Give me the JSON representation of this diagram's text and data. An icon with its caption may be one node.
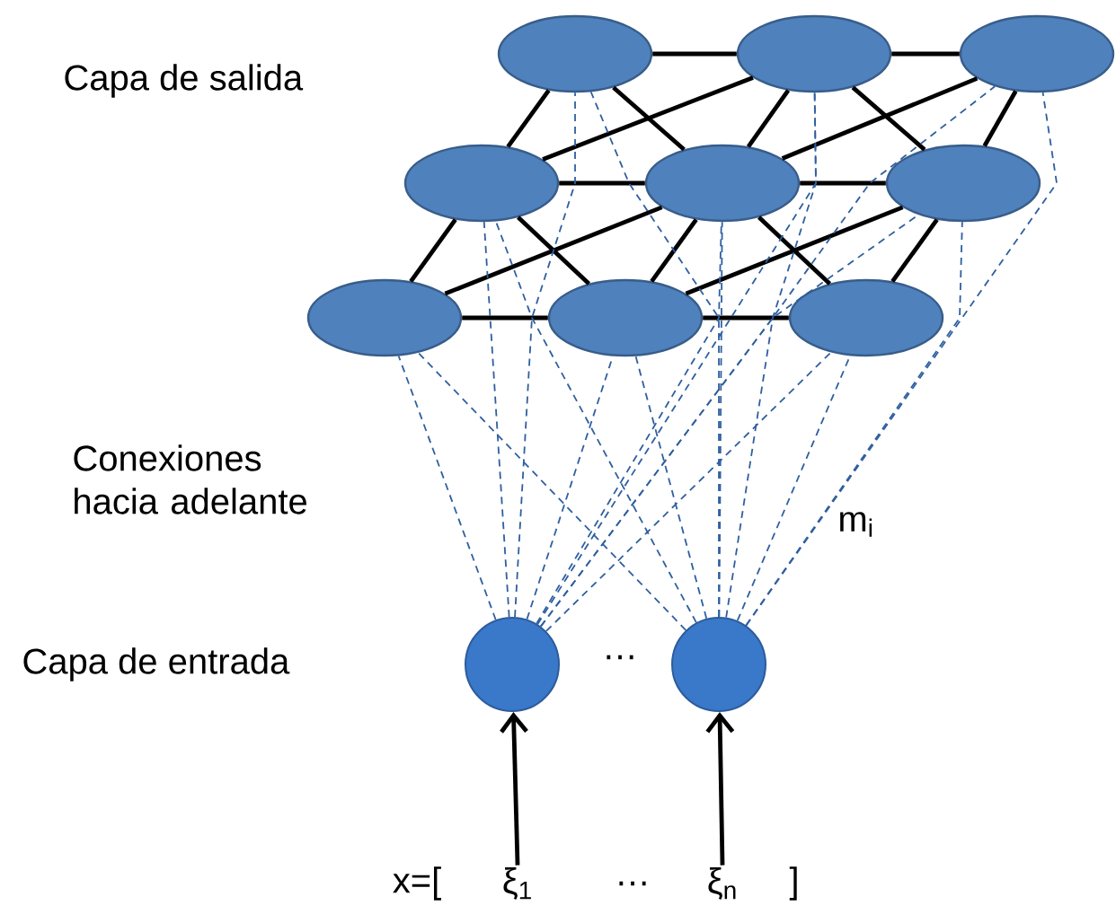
{
  "diagram": {
    "nodes": [
      {
        "text": [],
        "shape": "ellipse"
      },
      {
        "text": [],
        "shape": "ellipse"
      },
      {
        "text": [],
        "shape": "ellipse"
      },
      {
        "text": [],
        "shape": "ellipse"
      },
      {
        "text": [],
        "shape": "ellipse"
      },
      {
        "text": [],
        "shape": "ellipse"
      },
      {
        "text": [],
        "shape": "ellipse"
      },
      {
        "text": [],
        "shape": "ellipse"
      },
      {
        "text": [],
        "shape": "ellipse"
      },
      {
        "text": [],
        "shape": "circle"
      },
      {
        "text": [],
        "shape": "circle"
      },
      {
        "text": [
          "ξ$_{1}$"
        ]
      },
      {
        "text": [
          "ξ$_{n}$"
        ]
      }
    ],
    "edges": [
      {
        "from": 0,
        "to": 1,
        "arrow": "none"
      },
      {
        "from": 1,
        "to": 2,
        "arrow": "none"
      },
      {
        "from": 3,
        "to": 4,
        "arrow": "none"
      },
      {
        "from": 4,
        "to": 5,
        "arrow": "none"
      },
      {
        "from": 6,
        "to": 7,
        "arrow": "none"
      },
      {
        "from": 7,
        "to": 8,
        "arrow": "none"
      },
      {
        "from": 0,
        "to": 3,
        "arrow": "none"
      },
      {
        "from": 0,
        "to": 4,
        "arrow": "none"
      },
      {
        "from": 1,
        "to": 3,
        "arrow": "none"
      },
      {
        "from": 1,
        "to": 4,
        "arrow": "none"
      },
      {
        "from": 1,
        "to": 5,
        "arrow": "none"
      },
      {
        "from": 2,
        "to": 4,
        "arrow": "none"
      },
      {
        "from": 2,
        "to": 5,
        "arrow": "none"
      },
      {
        "from": 3,
        "to": 6,
        "arrow": "none"
      },
      {
        "from": 3,
        "to": 7,
        "arrow": "none"
      },
      {
        "from": 4,
        "to": 6,
        "arrow": "none"
      },
      {
        "from": 4,
        "to": 7,
        "arrow": "none"
      },
      {
        "from": 4,
        "to": 8,
        "arrow": "none"
      },
      {
        "from": 5,
        "to": 7,
        "arrow": "none"
      },
      {
        "from": 5,
        "to": 8,
        "arrow": "none"
      },
      {
        "from": 9,
        "to": 0,
        "arrow": "none",
        "style": "dashed",
        "color": "#2f5f9f"
      },
      {
        "from": 9,
        "to": 1,
        "arrow": "none",
        "style": "dashed",
        "color": "#2f5f9f"
      },
      {
        "from": 9,
        "to": 2,
        "arrow": "none",
        "style": "dashed",
        "color": "#2f5f9f"
      },
      {
        "from": 9,
        "to": 3,
        "arrow": "none",
        "style": "dashed",
        "color": "#2f5f9f"
      },
      {
        "from": 9,
        "to": 4,
        "arrow": "none",
        "style": "dashed",
        "color": "#2f5f9f"
      },
      {
        "from": 9,
        "to": 5,
        "arrow": "none",
        "style": "dashed",
        "color": "#2f5f9f"
      },
      {
        "from": 9,
        "to": 6,
        "arrow": "none",
        "style": "dashed",
        "color": "#2f5f9f"
      },
      {
        "from": 9,
        "to": 7,
        "arrow": "none",
        "style": "dashed",
        "color": "#2f5f9f"
      },
      {
        "from": 9,
        "to": 8,
        "arrow": "none",
        "style": "dashed",
        "color": "#2f5f9f"
      },
      {
        "from": 10,
        "to": 0,
        "arrow": "none",
        "style": "dashed",
        "color": "#2f5f9f"
      },
      {
        "from": 10,
        "to": 1,
        "arrow": "none",
        "style": "dashed",
        "color": "#2f5f9f"
      },
      {
        "from": 10,
        "to": 2,
        "arrow": "none",
        "style": "dashed",
        "color": "#2f5f9f"
      },
      {
        "from": 10,
        "to": 3,
        "arrow": "none",
        "style": "dashed",
        "color": "#2f5f9f"
      },
      {
        "from": 10,
        "to": 4,
        "arrow": "none",
        "style": "dashed",
        "color": "#2f5f9f"
      },
      {
        "from": 10,
        "to": 5,
        "arrow": "none",
        "style": "dashed",
        "color": "#2f5f9f"
      },
      {
        "from": 10,
        "to": 6,
        "arrow": "none",
        "style": "dashed",
        "color": "#2f5f9f"
      },
      {
        "from": 10,
        "to": 7,
        "arrow": "none",
        "style": "dashed",
        "color": "#2f5f9f"
      },
      {
        "from": 10,
        "to": 8,
        "arrow": "none",
        "style": "dashed",
        "color": "#2f5f9f"
      },
      {
        "from": 11,
        "to": 9,
        "arrow": "to"
      },
      {
        "from": 12,
        "to": 10,
        "arrow": "to"
      }
    ],
    "labels": [
      "Capa de salida",
      "Conexiones hacia adelante",
      "m$_{i}$",
      "Capa de entrada",
      "…",
      "x=[",
      "…",
      "]"
    ]
  }
}
